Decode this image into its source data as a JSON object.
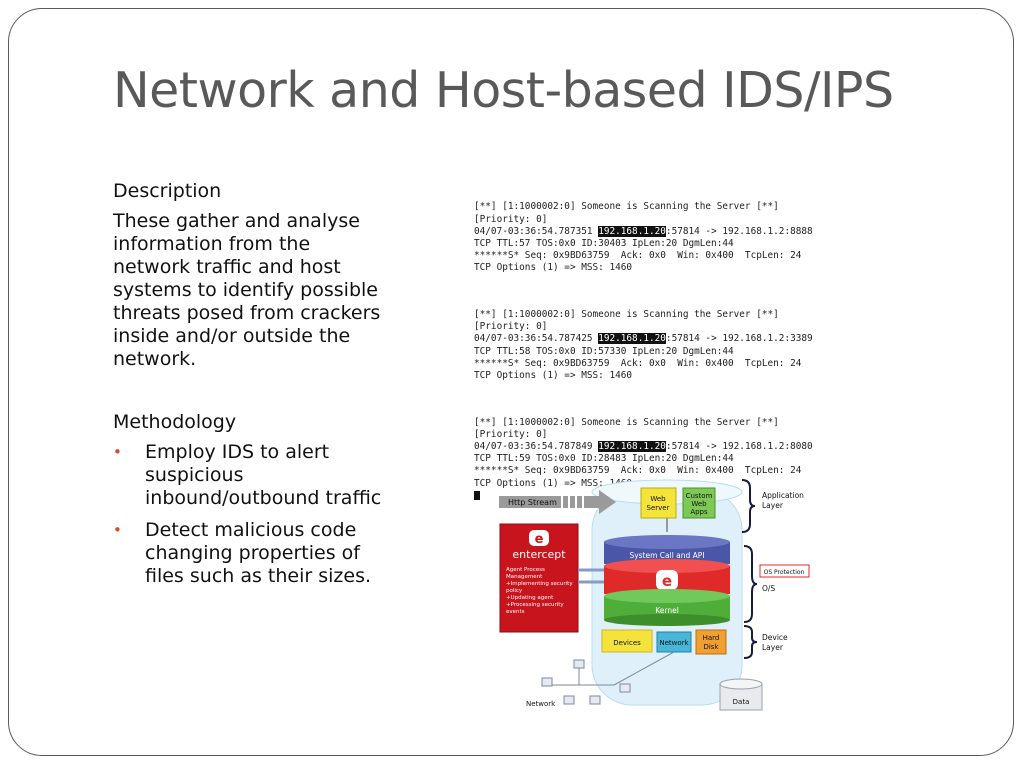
{
  "title": "Network and Host-based IDS/IPS",
  "description": {
    "heading": "Description",
    "text": "These gather and analyse information from the network traffic and host systems to identify possible threats posed from crackers inside and/or outside the network."
  },
  "methodology": {
    "heading": "Methodology",
    "bullets": [
      "Employ IDS to alert suspicious inbound/outbound traffic",
      "Detect malicious code changing properties of files such as their sizes."
    ]
  },
  "log_entries": [
    {
      "alert": "[**] [1:1000002:0] Someone is Scanning the Server [**]",
      "priority": "[Priority: 0]",
      "ts_prefix": "04/07-03:36:54.787351 ",
      "ip": "192.168.1.20",
      "ts_suffix": ":57814 -> 192.168.1.2:8888",
      "tcp": "TCP TTL:57 TOS:0x0 ID:30403 IpLen:20 DgmLen:44",
      "seq": "******S* Seq: 0x9BD63759  Ack: 0x0  Win: 0x400  TcpLen: 24",
      "options": "TCP Options (1) => MSS: 1460"
    },
    {
      "alert": "[**] [1:1000002:0] Someone is Scanning the Server [**]",
      "priority": "[Priority: 0]",
      "ts_prefix": "04/07-03:36:54.787425 ",
      "ip": "192.168.1.20",
      "ts_suffix": ":57814 -> 192.168.1.2:3389",
      "tcp": "TCP TTL:58 TOS:0x0 ID:57330 IpLen:20 DgmLen:44",
      "seq": "******S* Seq: 0x9BD63759  Ack: 0x0  Win: 0x400  TcpLen: 24",
      "options": "TCP Options (1) => MSS: 1460"
    },
    {
      "alert": "[**] [1:1000002:0] Someone is Scanning the Server [**]",
      "priority": "[Priority: 0]",
      "ts_prefix": "04/07-03:36:54.787849 ",
      "ip": "192.168.1.20",
      "ts_suffix": ":57814 -> 192.168.1.2:8080",
      "tcp": "TCP TTL:59 TOS:0x0 ID:28483 IpLen:20 DgmLen:44",
      "seq": "******S* Seq: 0x9BD63759  Ack: 0x0  Win: 0x400  TcpLen: 24",
      "options": "TCP Options (1) => MSS: 1460"
    }
  ],
  "diagram": {
    "http_stream": "Http Stream",
    "web_server": [
      "Web",
      "Server"
    ],
    "custom_web_apps": [
      "Custom",
      "Web",
      "Apps"
    ],
    "application_layer": [
      "Application",
      "Layer"
    ],
    "system_call": "System Call and API",
    "kernel": "Kernel",
    "os_protection": "OS Protection",
    "os": "O/S",
    "devices": "Devices",
    "network_box": "Network",
    "hard_disk": [
      "Hard",
      "Disk"
    ],
    "device_layer": [
      "Device",
      "Layer"
    ],
    "entercept_logo": "entercept",
    "entercept_items": [
      "Agent Process",
      "Management",
      "+Implementing security",
      "  policy",
      "+Updating agent",
      "+Processing security",
      "  events"
    ],
    "network_label": "Network",
    "data_label": "Data",
    "colors": {
      "red_panel": "#c8141c",
      "cylinder_blue": "#4a56a8",
      "cylinder_red": "#e02a2a",
      "cylinder_green": "#4fae3a"
    }
  }
}
